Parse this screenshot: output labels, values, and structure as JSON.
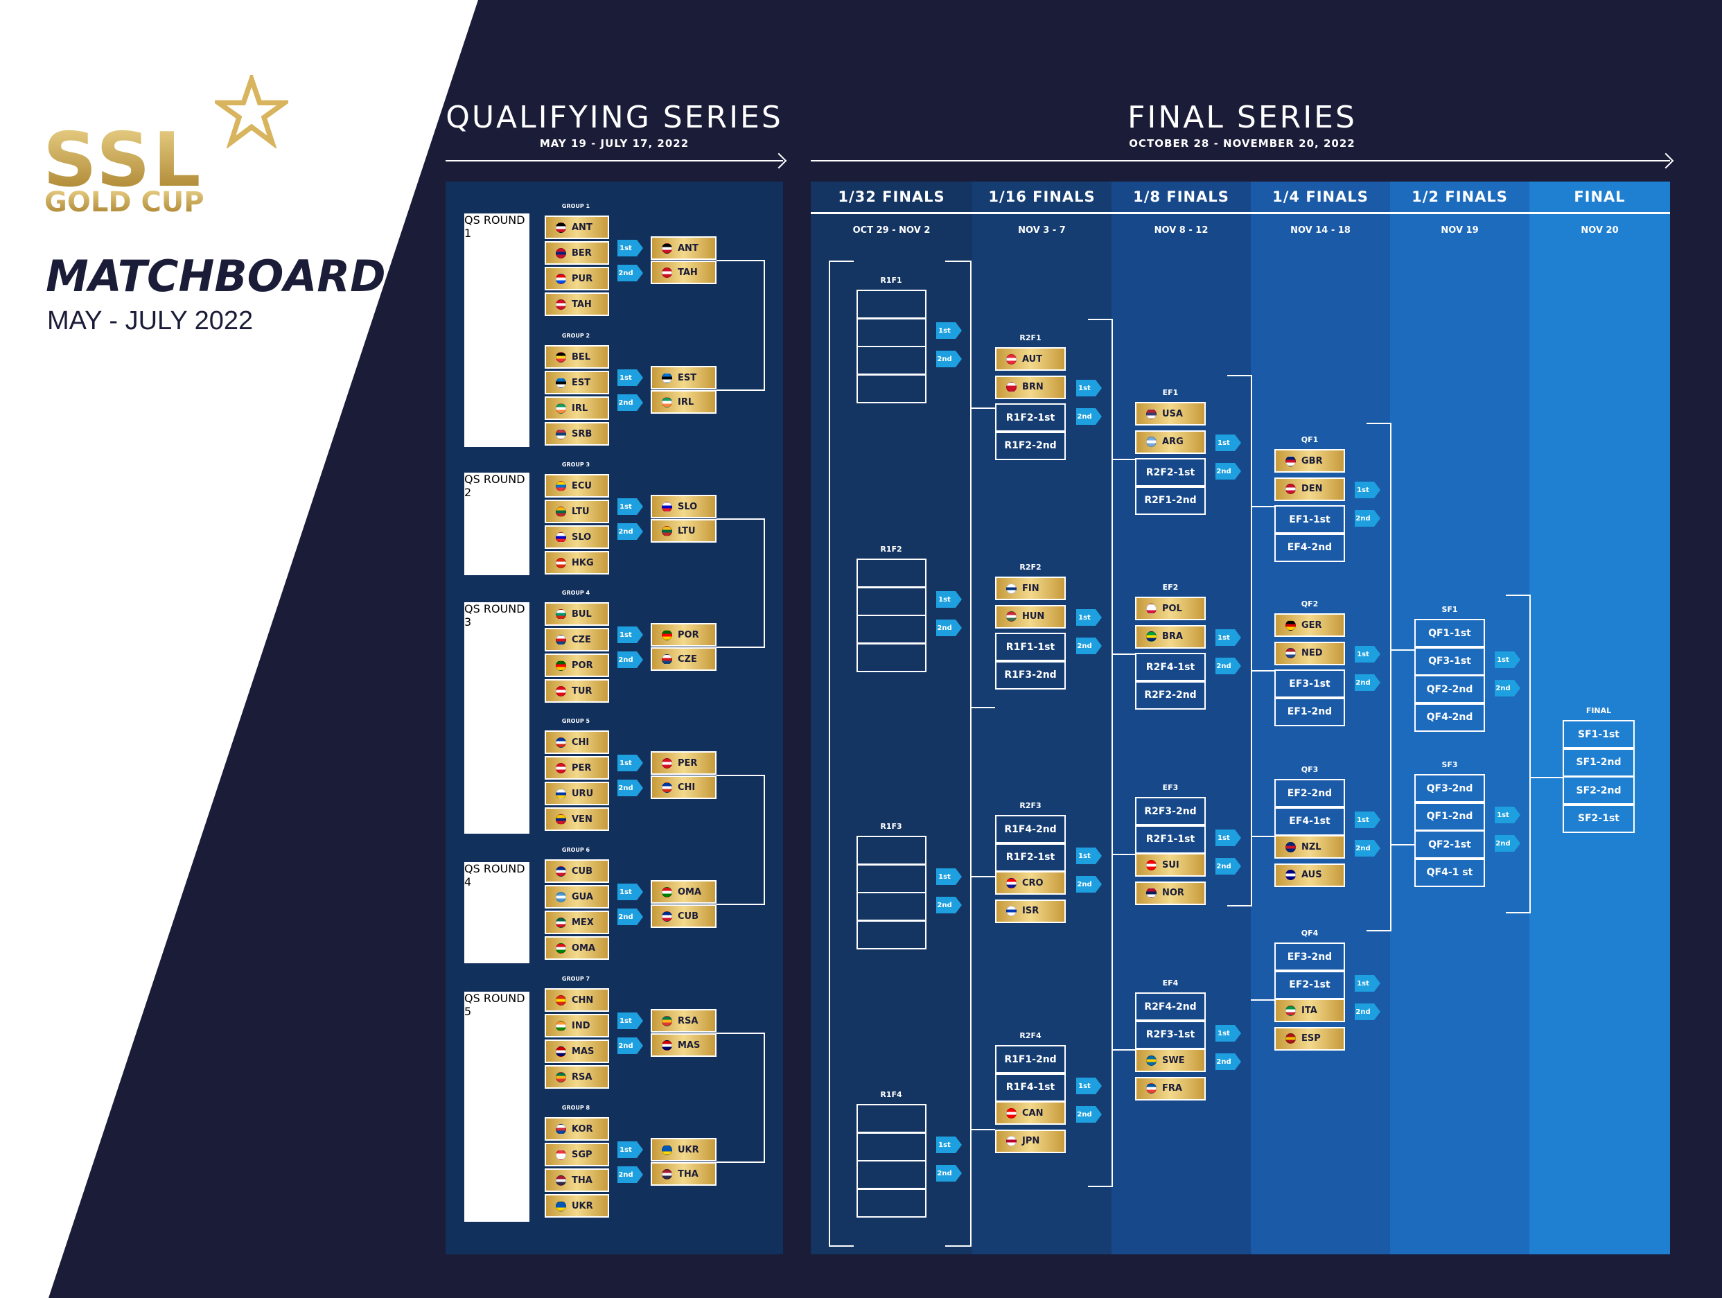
{
  "brand": {
    "logo_main": "SSL",
    "logo_sub": "GOLD CUP",
    "title": "MATCHBOARD",
    "subtitle": "MAY - JULY 2022"
  },
  "qualifying": {
    "title": "QUALIFYING SERIES",
    "dates": "MAY 19 - JULY 17, 2022",
    "rounds": [
      "QS ROUND 1",
      "QS ROUND 2",
      "QS ROUND 3",
      "QS ROUND 4",
      "QS ROUND 5"
    ],
    "groups": [
      {
        "label": "GROUP 1",
        "teams": [
          "ANT",
          "BER",
          "PUR",
          "TAH"
        ],
        "results": [
          "ANT",
          "TAH"
        ]
      },
      {
        "label": "GROUP 2",
        "teams": [
          "BEL",
          "EST",
          "IRL",
          "SRB"
        ],
        "results": [
          "EST",
          "IRL"
        ]
      },
      {
        "label": "GROUP 3",
        "teams": [
          "ECU",
          "LTU",
          "SLO",
          "HKG"
        ],
        "results": [
          "SLO",
          "LTU"
        ]
      },
      {
        "label": "GROUP 4",
        "teams": [
          "BUL",
          "CZE",
          "POR",
          "TUR"
        ],
        "results": [
          "POR",
          "CZE"
        ]
      },
      {
        "label": "GROUP 5",
        "teams": [
          "CHI",
          "PER",
          "URU",
          "VEN"
        ],
        "results": [
          "PER",
          "CHI"
        ]
      },
      {
        "label": "GROUP 6",
        "teams": [
          "CUB",
          "GUA",
          "MEX",
          "OMA"
        ],
        "results": [
          "OMA",
          "CUB"
        ]
      },
      {
        "label": "GROUP 7",
        "teams": [
          "CHN",
          "IND",
          "MAS",
          "RSA"
        ],
        "results": [
          "RSA",
          "MAS"
        ]
      },
      {
        "label": "GROUP 8",
        "teams": [
          "KOR",
          "SGP",
          "THA",
          "UKR"
        ],
        "results": [
          "UKR",
          "THA"
        ]
      }
    ]
  },
  "final_series": {
    "title": "FINAL SERIES",
    "dates": "OCTOBER 28 - NOVEMBER 20, 2022",
    "columns": [
      {
        "name": "1/32 FINALS",
        "dates": "OCT 29 - NOV 2"
      },
      {
        "name": "1/16 FINALS",
        "dates": "NOV 3 - 7"
      },
      {
        "name": "1/8 FINALS",
        "dates": "NOV 8 - 12"
      },
      {
        "name": "1/4 FINALS",
        "dates": "NOV 14 - 18"
      },
      {
        "name": "1/2 FINALS",
        "dates": "NOV 19"
      },
      {
        "name": "FINAL",
        "dates": "NOV 20"
      }
    ],
    "r1": [
      {
        "label": "R1F1"
      },
      {
        "label": "R1F2"
      },
      {
        "label": "R1F3"
      },
      {
        "label": "R1F4"
      }
    ],
    "r2": [
      {
        "label": "R2F1",
        "slots": [
          "AUT",
          "BRN",
          "R1F2-1st",
          "R1F2-2nd"
        ]
      },
      {
        "label": "R2F2",
        "slots": [
          "FIN",
          "HUN",
          "R1F1-1st",
          "R1F3-2nd"
        ]
      },
      {
        "label": "R2F3",
        "slots": [
          "R1F4-2nd",
          "R1F2-1st",
          "CRO",
          "ISR"
        ]
      },
      {
        "label": "R2F4",
        "slots": [
          "R1F1-2nd",
          "R1F4-1st",
          "CAN",
          "JPN"
        ]
      }
    ],
    "ef": [
      {
        "label": "EF1",
        "slots": [
          "USA",
          "ARG",
          "R2F2-1st",
          "R2F1-2nd"
        ]
      },
      {
        "label": "EF2",
        "slots": [
          "POL",
          "BRA",
          "R2F4-1st",
          "R2F2-2nd"
        ]
      },
      {
        "label": "EF3",
        "slots": [
          "R2F3-2nd",
          "R2F1-1st",
          "SUI",
          "NOR"
        ]
      },
      {
        "label": "EF4",
        "slots": [
          "R2F4-2nd",
          "R2F3-1st",
          "SWE",
          "FRA"
        ]
      }
    ],
    "qf": [
      {
        "label": "QF1",
        "slots": [
          "GBR",
          "DEN",
          "EF1-1st",
          "EF4-2nd"
        ]
      },
      {
        "label": "QF2",
        "slots": [
          "GER",
          "NED",
          "EF3-1st",
          "EF1-2nd"
        ]
      },
      {
        "label": "QF3",
        "slots": [
          "EF2-2nd",
          "EF4-1st",
          "NZL",
          "AUS"
        ]
      },
      {
        "label": "QF4",
        "slots": [
          "EF3-2nd",
          "EF2-1st",
          "ITA",
          "ESP"
        ]
      }
    ],
    "sf": [
      {
        "label": "SF1",
        "slots": [
          "QF1-1st",
          "QF3-1st",
          "QF2-2nd",
          "QF4-2nd"
        ]
      },
      {
        "label": "SF3",
        "slots": [
          "QF3-2nd",
          "QF1-2nd",
          "QF2-1st",
          "QF4-1 st"
        ]
      }
    ],
    "final": {
      "label": "FINAL",
      "slots": [
        "SF1-1st",
        "SF1-2nd",
        "SF2-2nd",
        "SF2-1st"
      ]
    }
  },
  "tags": {
    "first": "1st",
    "second": "2nd"
  },
  "colors": {
    "background": "#1a1c38",
    "gold": "#d9b45e",
    "accent": "#1ea0e0",
    "panel": "#12305c"
  },
  "flags": {
    "ANT": [
      "#000",
      "#fff",
      "#ce1126"
    ],
    "BER": [
      "#c8102e",
      "#00247d"
    ],
    "PUR": [
      "#ed0000",
      "#fff",
      "#0050f0"
    ],
    "TAH": [
      "#ce1126",
      "#fff",
      "#ce1126"
    ],
    "BEL": [
      "#000",
      "#fdda24",
      "#ef3340"
    ],
    "EST": [
      "#0072ce",
      "#000",
      "#fff"
    ],
    "IRL": [
      "#169b62",
      "#fff",
      "#ff883e"
    ],
    "SRB": [
      "#c6363c",
      "#0c4076",
      "#fff"
    ],
    "ECU": [
      "#ffd100",
      "#0072ce",
      "#ef3340"
    ],
    "LTU": [
      "#fdb913",
      "#006a44",
      "#c1272d"
    ],
    "SLO": [
      "#fff",
      "#0000c8",
      "#ed1c24"
    ],
    "HKG": [
      "#de2910",
      "#fff",
      "#de2910"
    ],
    "BUL": [
      "#fff",
      "#00966e",
      "#d62612"
    ],
    "CZE": [
      "#fff",
      "#d7141a",
      "#11457e"
    ],
    "POR": [
      "#006600",
      "#ff0000",
      "#ffcc00"
    ],
    "TUR": [
      "#e30a17",
      "#fff",
      "#e30a17"
    ],
    "CHI": [
      "#0039a6",
      "#fff",
      "#d52b1e"
    ],
    "PER": [
      "#d91023",
      "#fff",
      "#d91023"
    ],
    "URU": [
      "#fff",
      "#0038a8",
      "#fcd116"
    ],
    "VEN": [
      "#ffcc00",
      "#00247d",
      "#cf142b"
    ],
    "CUB": [
      "#002a8f",
      "#fff",
      "#cf142b"
    ],
    "GUA": [
      "#4997d0",
      "#fff",
      "#4997d0"
    ],
    "MEX": [
      "#006847",
      "#fff",
      "#ce1126"
    ],
    "OMA": [
      "#db161b",
      "#fff",
      "#008000"
    ],
    "CHN": [
      "#de2910",
      "#ffde00",
      "#de2910"
    ],
    "IND": [
      "#ff9933",
      "#fff",
      "#138808"
    ],
    "MAS": [
      "#cc0001",
      "#fff",
      "#010066"
    ],
    "RSA": [
      "#007749",
      "#ffb81c",
      "#de3831"
    ],
    "KOR": [
      "#fff",
      "#cd2e3a",
      "#0047a0"
    ],
    "SGP": [
      "#ef3340",
      "#fff",
      "#fff"
    ],
    "THA": [
      "#a51931",
      "#f4f5f8",
      "#2d2a4a"
    ],
    "UKR": [
      "#0057b7",
      "#0057b7",
      "#ffd700"
    ],
    "AUT": [
      "#ed2939",
      "#fff",
      "#ed2939"
    ],
    "BRN": [
      "#fff",
      "#ce1126",
      "#ce1126"
    ],
    "FIN": [
      "#fff",
      "#003580",
      "#fff"
    ],
    "HUN": [
      "#ce2939",
      "#fff",
      "#477050"
    ],
    "CRO": [
      "#ff0000",
      "#fff",
      "#171796"
    ],
    "ISR": [
      "#fff",
      "#0038b8",
      "#fff"
    ],
    "CAN": [
      "#ff0000",
      "#fff",
      "#ff0000"
    ],
    "JPN": [
      "#fff",
      "#bc002d",
      "#fff"
    ],
    "USA": [
      "#b22234",
      "#3c3b6e",
      "#fff"
    ],
    "ARG": [
      "#74acdf",
      "#fff",
      "#74acdf"
    ],
    "POL": [
      "#fff",
      "#fff",
      "#dc143c"
    ],
    "BRA": [
      "#009c3b",
      "#ffdf00",
      "#002776"
    ],
    "SUI": [
      "#ff0000",
      "#fff",
      "#ff0000"
    ],
    "NOR": [
      "#ba0c2f",
      "#00205b",
      "#fff"
    ],
    "SWE": [
      "#006aa7",
      "#fecc00",
      "#006aa7"
    ],
    "FRA": [
      "#0055a4",
      "#fff",
      "#ef4135"
    ],
    "GBR": [
      "#012169",
      "#c8102e",
      "#fff"
    ],
    "DEN": [
      "#c8102e",
      "#fff",
      "#c8102e"
    ],
    "GER": [
      "#000",
      "#dd0000",
      "#ffce00"
    ],
    "NED": [
      "#ae1c28",
      "#fff",
      "#21468b"
    ],
    "NZL": [
      "#00247d",
      "#cc142b",
      "#00247d"
    ],
    "AUS": [
      "#00008b",
      "#fff",
      "#00008b"
    ],
    "ITA": [
      "#009246",
      "#fff",
      "#ce2b37"
    ],
    "ESP": [
      "#aa151b",
      "#f1bf00",
      "#aa151b"
    ]
  }
}
